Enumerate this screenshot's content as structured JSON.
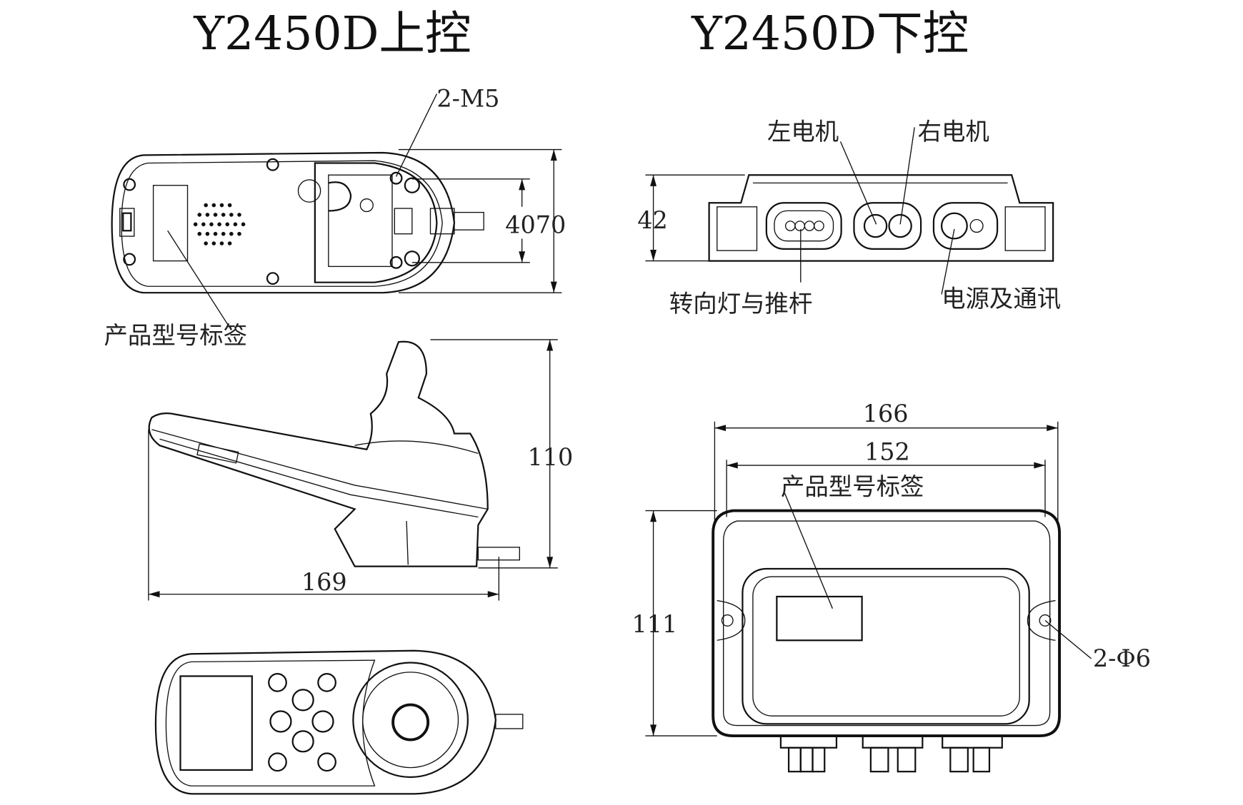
{
  "titles": {
    "upper": "Y2450D上控",
    "lower": "Y2450D下控"
  },
  "upper_top_view": {
    "screw_label": "2-M5",
    "dim_height": "4070",
    "label_tag": "产品型号标签"
  },
  "upper_side_view": {
    "dim_height": "110",
    "dim_length": "169"
  },
  "lower_front_view": {
    "dim_height": "42",
    "left_motor": "左电机",
    "right_motor": "右电机",
    "turn_signal": "转向灯与推杆",
    "power_comm": "电源及通讯"
  },
  "lower_top_view": {
    "dim_outer_width": "166",
    "dim_inner_width": "152",
    "label_tag": "产品型号标签",
    "dim_height": "111",
    "hole_label": "2-Φ6"
  }
}
